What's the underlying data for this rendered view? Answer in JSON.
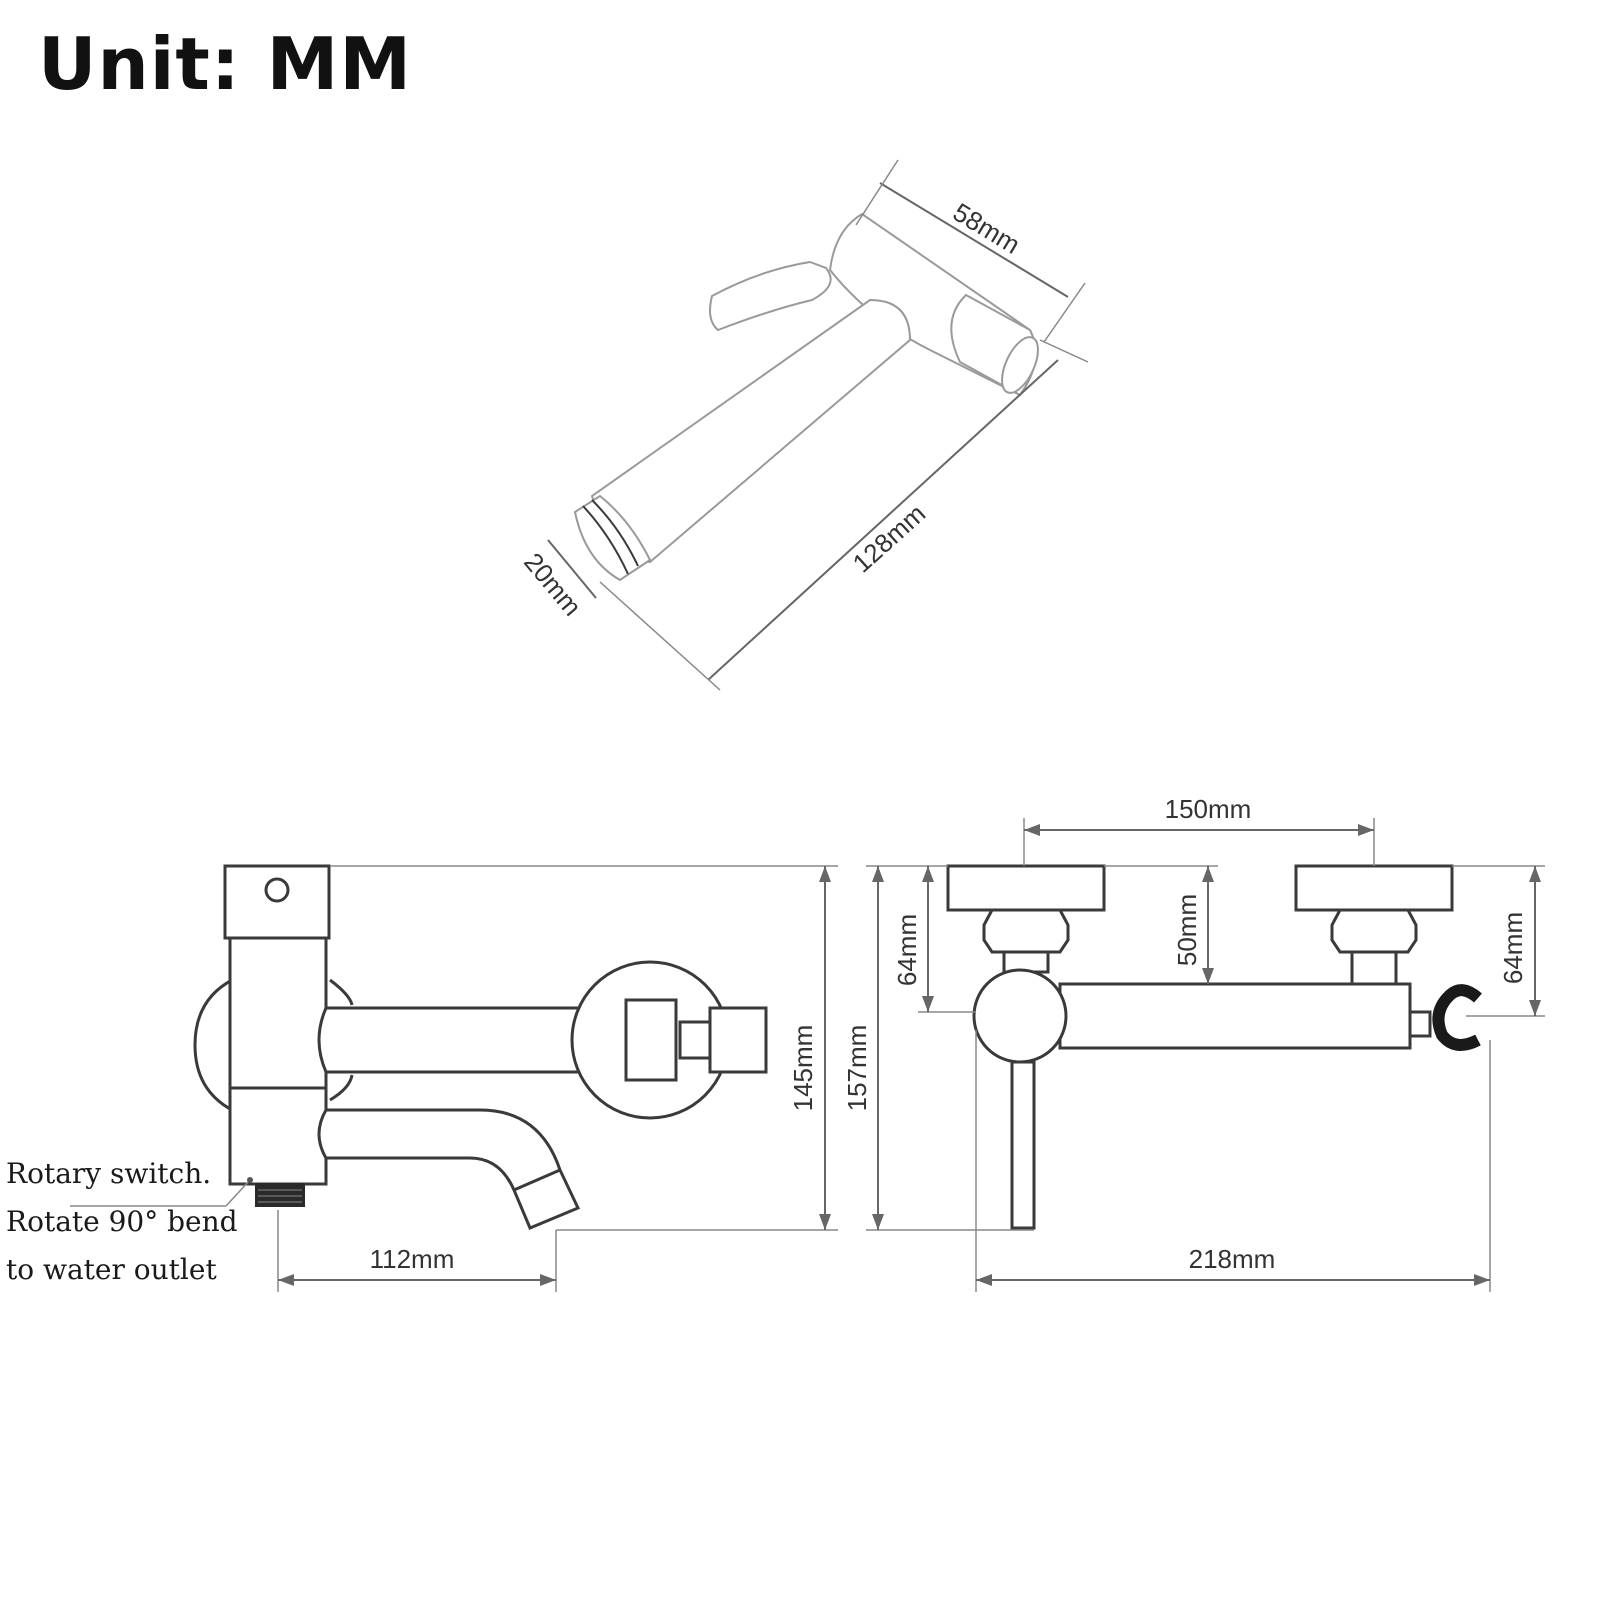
{
  "title": "Unit: MM",
  "bidet_sprayer": {
    "dim_head": "58mm",
    "dim_length": "128mm",
    "dim_thread": "20mm"
  },
  "side_view": {
    "dim_spout": "112mm",
    "dim_height": "145mm"
  },
  "front_view": {
    "dim_centers": "150mm",
    "dim_height": "157mm",
    "dim_left_offset": "64mm",
    "dim_mid_offset": "50mm",
    "dim_right_offset": "64mm",
    "dim_width": "218mm"
  },
  "note": {
    "line1": "Rotary switch.",
    "line2": "Rotate 90°  bend",
    "line3": "to water outlet"
  },
  "colors": {
    "outline": "#3a3a3a",
    "dimension": "#666666",
    "text": "#333333"
  }
}
